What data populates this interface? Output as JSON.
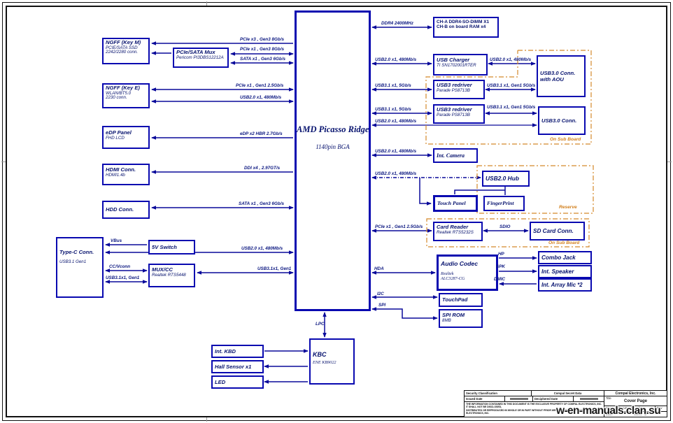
{
  "chip": {
    "title": "AMD Picasso Ridge",
    "subtitle": "1140pin BGA"
  },
  "blocks": {
    "ngff_m": {
      "t": "NGFF (Key M)",
      "s1": "PCIE/SATA SSD",
      "s2": "2242/2280 conn."
    },
    "mux": {
      "t": "PCIe/SATA Mux",
      "s1": "Pericom PI3DBS12212A"
    },
    "ngff_e": {
      "t": "NGFF (Key E)",
      "s1": "WLAN/BT5.0",
      "s2": "2230 conn."
    },
    "edp": {
      "t": "eDP Panel",
      "s1": "FHD LCD"
    },
    "hdmi": {
      "t": "HDMI Conn.",
      "s1": "HDMI1.4b"
    },
    "hdd": {
      "t": "HDD Conn."
    },
    "typec": {
      "t": "Type-C Conn.",
      "s1": "USB3.1 Gen1"
    },
    "sw5v": {
      "t": "5V Switch"
    },
    "muxcc": {
      "t": "MUX/CC",
      "s1": "Realtek RTS5448"
    },
    "kbd": {
      "t": "Int. KBD"
    },
    "hall": {
      "t": "Hall Sensor x1"
    },
    "led": {
      "t": "LED"
    },
    "kbc": {
      "t": "KBC",
      "s1": "ENE KB9022"
    },
    "dimm": {
      "l1": "CH-A DDR4-SO-DIMM X1",
      "l2": "CH-B on board RAM x4"
    },
    "charger": {
      "t": "USB Charger",
      "s1": "TI SN1702001RTER"
    },
    "rd1": {
      "t": "USB3 redriver",
      "s1": "Parade PS8713B"
    },
    "rd2": {
      "t": "USB3 redriver",
      "s1": "Parade PS8713B"
    },
    "aou": {
      "t": "USB3.0 Conn.",
      "t2": "with AOU"
    },
    "usb3c": {
      "t": "USB3.0 Conn."
    },
    "cam": {
      "t": "Int. Camera"
    },
    "hub": {
      "t": "USB2.0 Hub"
    },
    "tpanel": {
      "t": "Touch Panel"
    },
    "fprint": {
      "t": "FingerPrint"
    },
    "creader": {
      "t": "Card Reader",
      "s1": "Realtek RTS5232S"
    },
    "sdcard": {
      "t": "SD Card Conn."
    },
    "acodec": {
      "t": "Audio Codec",
      "s1": "Realtek",
      "s2": "ALC3287-CG"
    },
    "cjack": {
      "t": "Combo Jack"
    },
    "ispeaker": {
      "t": "Int. Speaker"
    },
    "amic": {
      "t": "Int. Array Mic *2"
    },
    "tpad": {
      "t": "TouchPad"
    },
    "sprom": {
      "t": "SPI ROM",
      "s1": "8MB"
    }
  },
  "signals": {
    "pcie_x3": "PCIe x3 , Gen3 8Gb/s",
    "pcie_x1_g3": "PCIe x1 , Gen3 8Gb/s",
    "sata_mux": "SATA x1 , Gen3 6Gb/s",
    "pcie_x1_g1": "PCIe x1 , Gen1 2.5Gb/s",
    "usb2_wlan": "USB2.0 x1, 480Mb/s",
    "edp": "eDP x2 HBR 2.7Gb/s",
    "ddi": "DDI x4 , 2.97GT/s",
    "sata_hdd": "SATA x1 , Gen3 6Gb/s",
    "vbus": "VBus",
    "usb2_typec": "USB2.0 x1, 480Mb/s",
    "ccvconn": "CC/Vconn",
    "usb31_typec": "USB3.1x1, Gen1",
    "usb31_mux": "USB3.1x1, Gen1",
    "ddr4": "DDR4 2400MHz",
    "usb2_charger": "USB2.0 x1, 480Mb/s",
    "usb2_aou": "USB2.0 x1, 480Mb/s",
    "usb31_rd1": "USB3.1 x1, 5Gb/s",
    "usb31_rd1_out": "USB3.1 x1, Gen1 5Gb/s",
    "usb31_rd2": "USB3.1 x1, 5Gb/s",
    "usb31_rd2_out": "USB3.1 x1, Gen1 5Gb/s",
    "usb2_conn": "USB2.0 x1, 480Mb/s",
    "usb2_cam": "USB2.0 x1, 480Mb/s",
    "usb2_hub": "USB2.0 x1, 480Mb/s",
    "pcie_cr": "PCIe x1 , Gen1 2.5Gb/s",
    "sdio": "SDIO",
    "hda": "HDA",
    "hp": "HP",
    "spk": "SPK",
    "dmic": "DMIC",
    "i2c": "I2C",
    "spi": "SPI",
    "lpc": "LPC"
  },
  "regions": {
    "sub_board_top": "On Sub Board",
    "reserve": "Reserve",
    "sub_board_sd": "On Sub Board"
  },
  "titleblock": {
    "security_label": "Security Classification",
    "secret": "Compal Secret Data",
    "issued": "Issued Date",
    "deciphered": "Deciphered Date",
    "notice1": "THE INFORMATION CONTAINED IN THIS DOCUMENT IS THE EXCLUSIVE PROPERTY OF COMPAL ELECTRONICS, INC. IT SHALL NOT BE DISCLOSED,",
    "notice2": "DISTRIBUTED OR REPRODUCED IN WHOLE OR IN PART WITHOUT PRIOR WRITTEN PERMISSION OF COMPAL ELECTRONICS, INC.",
    "company": "Compal Electronics, Inc.",
    "title_label": "Title",
    "page_title": "Cover Page",
    "size_label": "Size",
    "doc_label": "Document Number",
    "rev_label": "Rev",
    "date_label": "Date:",
    "sheet_label": "Sheet",
    "of_label": "of"
  },
  "watermark": "w-en-manuals.clan.su"
}
